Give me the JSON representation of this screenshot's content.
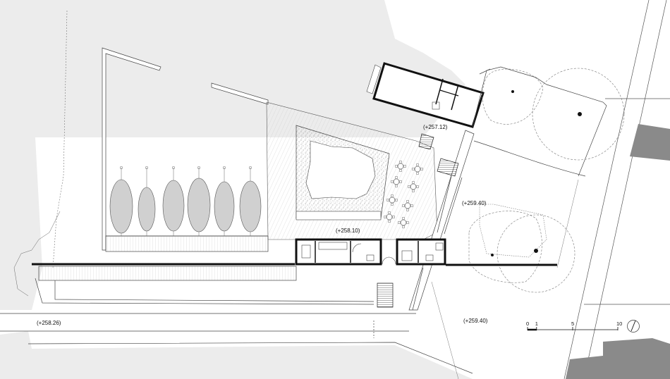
{
  "elevations": {
    "upper_building": "(+257.12)",
    "courtyard": "(+258.10)",
    "garden": "(+259.40)",
    "lower_right": "(+259.40)",
    "street": "(+258.26)"
  },
  "scale_bar": {
    "labels": [
      "0",
      "1",
      "5",
      "10"
    ],
    "values": [
      0,
      1,
      5,
      10
    ],
    "unit": "m"
  },
  "icons": {
    "north": "north-arrow-icon"
  },
  "colors": {
    "paper": "#ffffff",
    "land_grey": "#ececec",
    "neighbour_grey": "#8a8a8a",
    "wall": "#111111",
    "line": "#555555",
    "tree_fill": "#d0d0d0"
  }
}
